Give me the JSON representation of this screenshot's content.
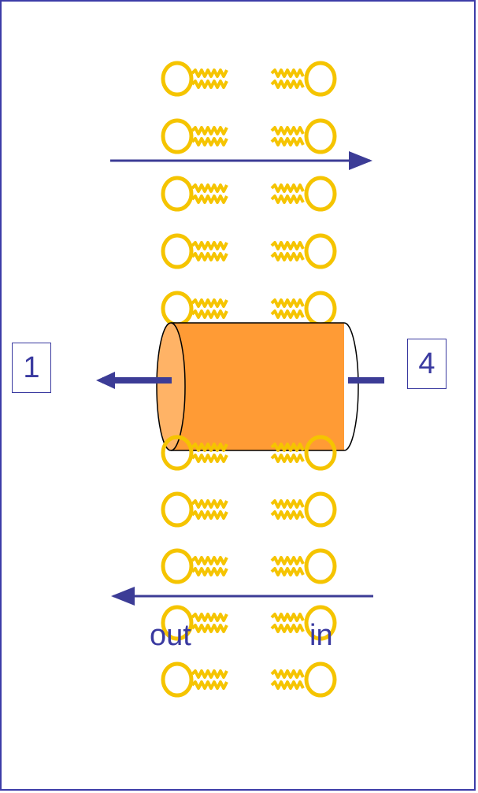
{
  "colors": {
    "lipid": "#f5c400",
    "channel_body": "#ff9b35",
    "channel_face": "#ffb366",
    "arrow": "#3c3c96",
    "frame": "#3c3ca8"
  },
  "labels": {
    "box_left": "1",
    "box_right": "4",
    "side_out": "out",
    "side_in": "in"
  },
  "membrane": {
    "upper_lipid_count": 5,
    "lower_lipid_count": 5
  }
}
